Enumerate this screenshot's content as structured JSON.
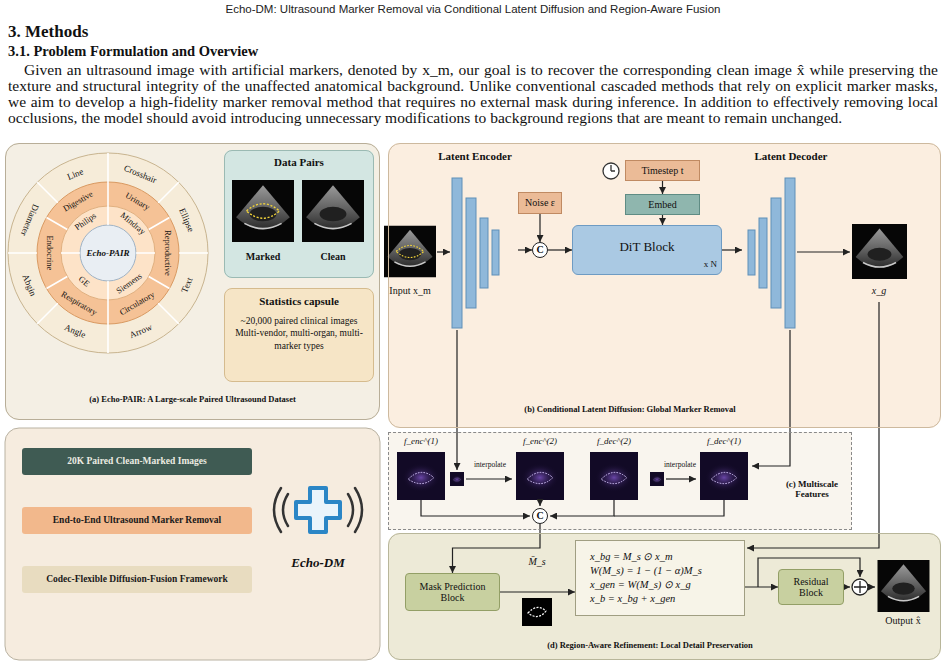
{
  "diagram": {
    "title": "Echo-DM: Ultrasound Marker Removal via Conditional Latent Diffusion and Region-Aware Fusion",
    "nodes": [
      {
        "text": [
          "(a) Echo-PAIR: A Large-scale Paired Ultrasound Dataset"
        ]
      },
      {
        "text": [
          "Echo-PAIR"
        ],
        "in": 0
      },
      {
        "text": [
          "Data Pairs"
        ],
        "in": 0
      },
      {
        "text": [
          "Statistics capsule",
          "~20,000 paired clinical images Multi-vendor, multi-organ, multi-marker types"
        ],
        "in": 0
      },
      {
        "text": [
          "20K Paired Clean-Marked Images"
        ]
      },
      {
        "text": [
          "End-to-End Ultrasound Marker Removal"
        ]
      },
      {
        "text": [
          "Codec-Flexible Diffusion-Fusion Framework"
        ]
      },
      {
        "text": [
          "(b) Conditional Latent Diffusion: Global Marker Removal"
        ]
      },
      {
        "text": [
          "Latent Encoder"
        ],
        "in": 7
      },
      {
        "text": [
          "Noise ε"
        ],
        "in": 7
      },
      {
        "text": [
          "C"
        ],
        "in": 7
      },
      {
        "text": [
          "Timestep t"
        ],
        "in": 7
      },
      {
        "text": [
          "Embed"
        ],
        "in": 7
      },
      {
        "text": [
          "DiT Block",
          "x N"
        ],
        "in": 7
      },
      {
        "text": [
          "Latent Decoder"
        ],
        "in": 7
      },
      {
        "text": [
          "(c) Multiscale Features"
        ]
      },
      {
        "text": [
          "C"
        ],
        "in": 15
      },
      {
        "text": [
          "(d) Region-Aware Refinement: Local Detail Preservation"
        ]
      },
      {
        "text": [
          "Mask Prediction Block"
        ],
        "in": 17
      },
      {
        "text": [
          "x_bg = M_s ⊙ x_m",
          "W(M_s) = 1 − (1 − α)M_s",
          "x_gen = W(M_s) ⊙ x_g",
          "x_b = x_bg + x_gen"
        ],
        "in": 17
      },
      {
        "text": [
          "Residual Block"
        ],
        "in": 17
      }
    ],
    "edges": [
      {
        "from": 8,
        "to": 10,
        "arrow": "to"
      },
      {
        "from": 9,
        "to": 10,
        "arrow": "to"
      },
      {
        "from": 10,
        "to": 13,
        "arrow": "to"
      },
      {
        "from": 11,
        "to": 12,
        "arrow": "to"
      },
      {
        "from": 12,
        "to": 13,
        "arrow": "to"
      },
      {
        "from": 13,
        "to": 14,
        "arrow": "to"
      },
      {
        "from": 16,
        "to": 18,
        "arrow": "to"
      },
      {
        "from": 18,
        "to": 19,
        "arrow": "to"
      },
      {
        "from": 19,
        "to": 20,
        "arrow": "to"
      }
    ],
    "labels": [
      "3. Methods",
      "3.1. Problem Formulation and Overview",
      "Given an ultrasound image with artificial markers, denoted by x_m, our goal is to recover the corresponding clean image x̂ while preserving the texture and structural integrity of the unaffected anatomical background. Unlike conventional cascaded methods that rely on explicit marker masks, we aim to develop a high-fidelity marker removal method that requires no external mask during inference. In addition to effectively removing local occlusions, the model should avoid introducing unnecessary modifications to background regions that are meant to remain unchanged.",
      "Line",
      "Crosshair",
      "Ellipse",
      "Text",
      "Arrow",
      "Angle",
      "Abgin",
      "Diameter",
      "Digestive",
      "Urinary",
      "Reproductive",
      "Circulatory",
      "Respiratory",
      "Endocrine",
      "Philips",
      "Mindray",
      "Siemens",
      "GE",
      "Marked",
      "Clean",
      "Echo-DM",
      "Input x_m",
      "x_g",
      "f_enc^(1)",
      "interpolate",
      "f_enc^(2)",
      "f_dec^(2)",
      "interpolate",
      "f_dec^(1)",
      "M̄_s",
      "Output x̂"
    ]
  }
}
